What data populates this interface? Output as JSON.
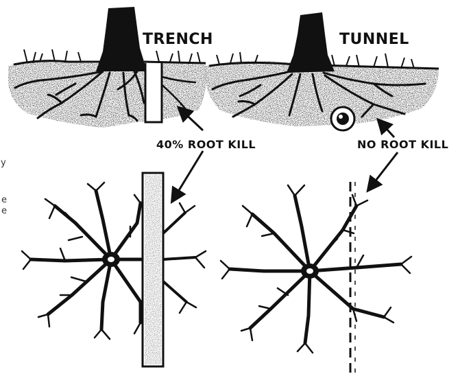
{
  "labels": {
    "trench": "TRENCH",
    "tunnel": "TUNNEL",
    "trench_caption": "40% ROOT KILL",
    "tunnel_caption": "NO ROOT KILL"
  },
  "edge_fragments": [
    "y",
    "e",
    "e"
  ],
  "colors": {
    "ink": "#111111",
    "soil": "#444444",
    "paper": "#ffffff"
  }
}
